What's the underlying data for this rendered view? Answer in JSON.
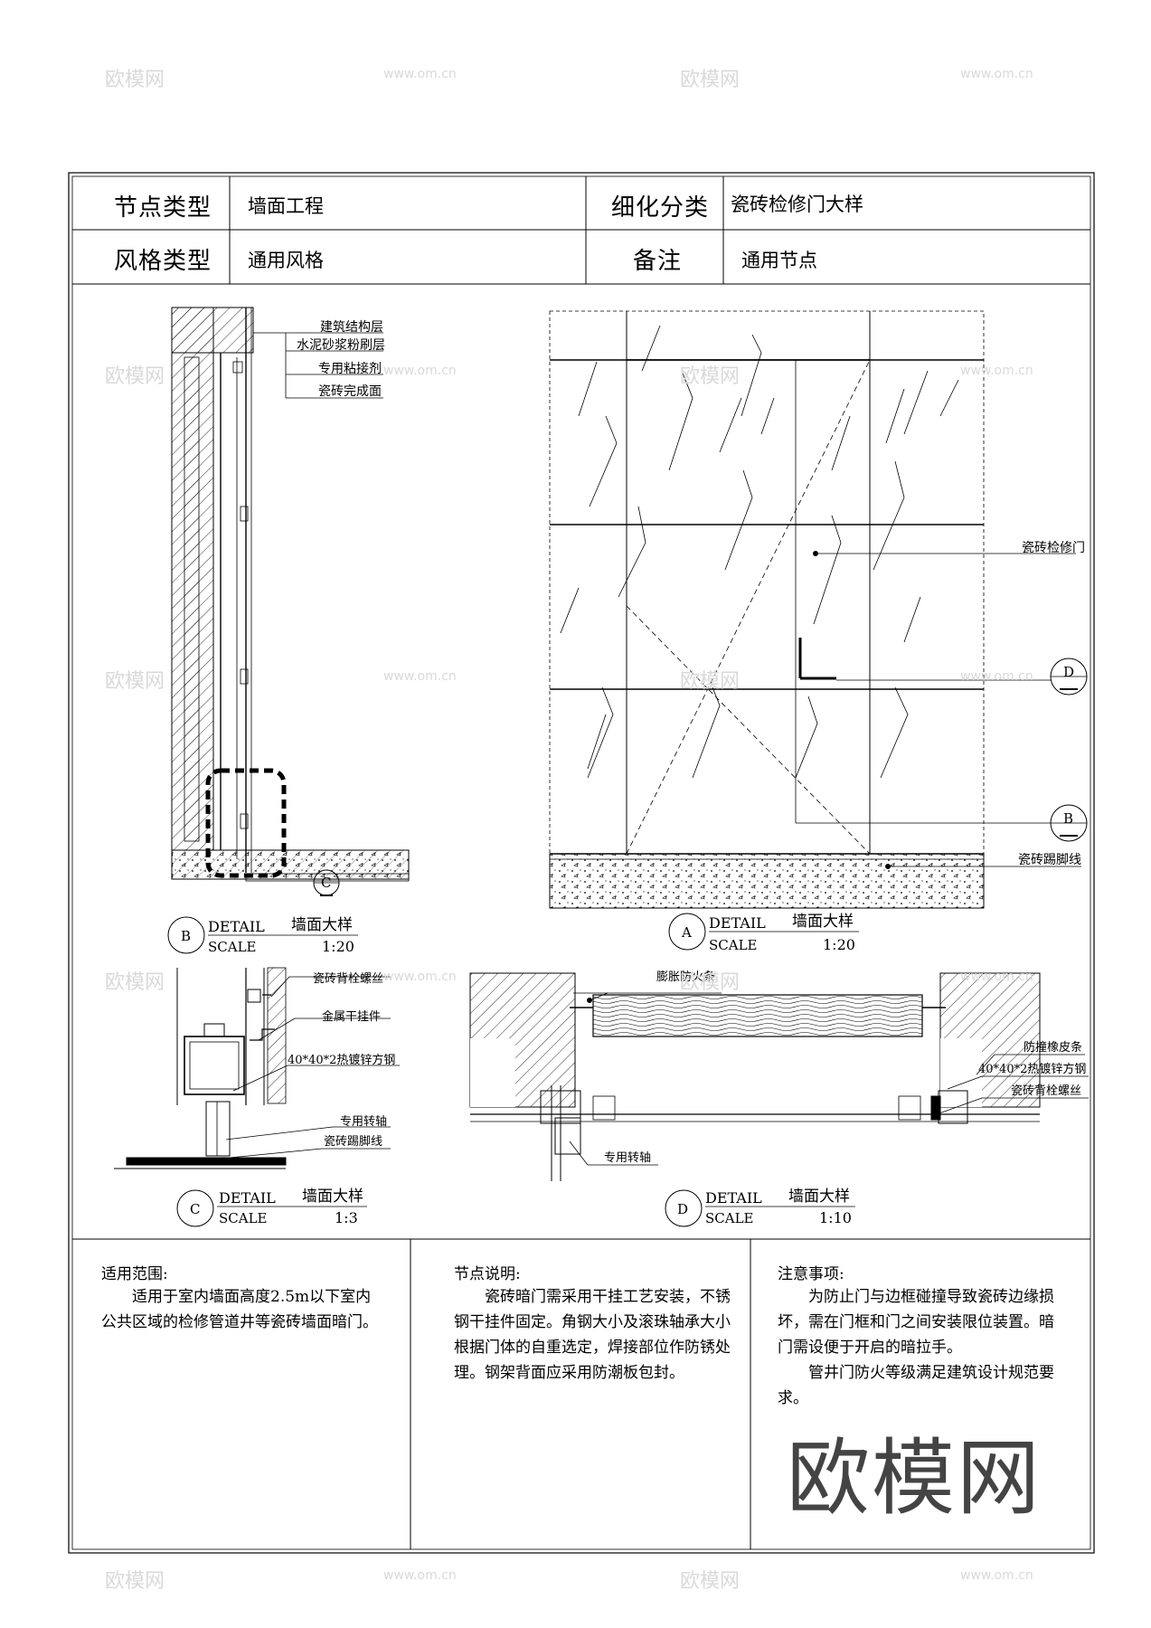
{
  "header": {
    "node_type_label": "节点类型",
    "node_type_value": "墙面工程",
    "refine_label": "细化分类",
    "refine_value": "瓷砖检修门大样",
    "style_label": "风格类型",
    "style_value": "通用风格",
    "remark_label": "备注",
    "remark_value": "通用节点"
  },
  "details": {
    "B": {
      "id": "B",
      "detail": "DETAIL",
      "scale_word": "SCALE",
      "name": "墙面大样",
      "scale": "1:20",
      "labels": [
        "建筑结构层",
        "水泥砂浆粉刷层",
        "专用粘接剂",
        "瓷砖完成面"
      ],
      "callout": "C"
    },
    "A": {
      "id": "A",
      "detail": "DETAIL",
      "scale_word": "SCALE",
      "name": "墙面大样",
      "scale": "1:20",
      "door_label": "瓷砖检修门",
      "skirting_label": "瓷砖踢脚线",
      "callout_d": "D",
      "callout_b": "B"
    },
    "C": {
      "id": "C",
      "detail": "DETAIL",
      "scale_word": "SCALE",
      "name": "墙面大样",
      "scale": "1:3",
      "labels": [
        "瓷砖背栓螺丝",
        "金属干挂件",
        "40*40*2热镀锌方钢",
        "专用转轴",
        "瓷砖踢脚线"
      ]
    },
    "D": {
      "id": "D",
      "detail": "DETAIL",
      "scale_word": "SCALE",
      "name": "墙面大样",
      "scale": "1:10",
      "labels": [
        "膨胀防火条",
        "防撞橡皮条",
        "40*40*2热镀锌方钢",
        "瓷砖背栓螺丝",
        "专用转轴"
      ]
    }
  },
  "notes": {
    "scope_title": "适用范围:",
    "scope_body": "适用于室内墙面高度2.5m以下室内公共区域的检修管道井等瓷砖墙面暗门。",
    "desc_title": "节点说明:",
    "desc_body": "瓷砖暗门需采用干挂工艺安装，不锈钢干挂件固定。角钢大小及滚珠轴承大小根据门体的自重选定，焊接部位作防锈处理。钢架背面应采用防潮板包封。",
    "attn_title": "注意事项:",
    "attn_body_1": "为防止门与边框碰撞导致瓷砖边缘损坏，需在门框和门之间安装限位装置。暗门需设便于开启的暗拉手。",
    "attn_body_2": "管井门防火等级满足建筑设计规范要求。"
  },
  "watermark": {
    "brand": "欧模网",
    "site": "www.om.cn"
  }
}
